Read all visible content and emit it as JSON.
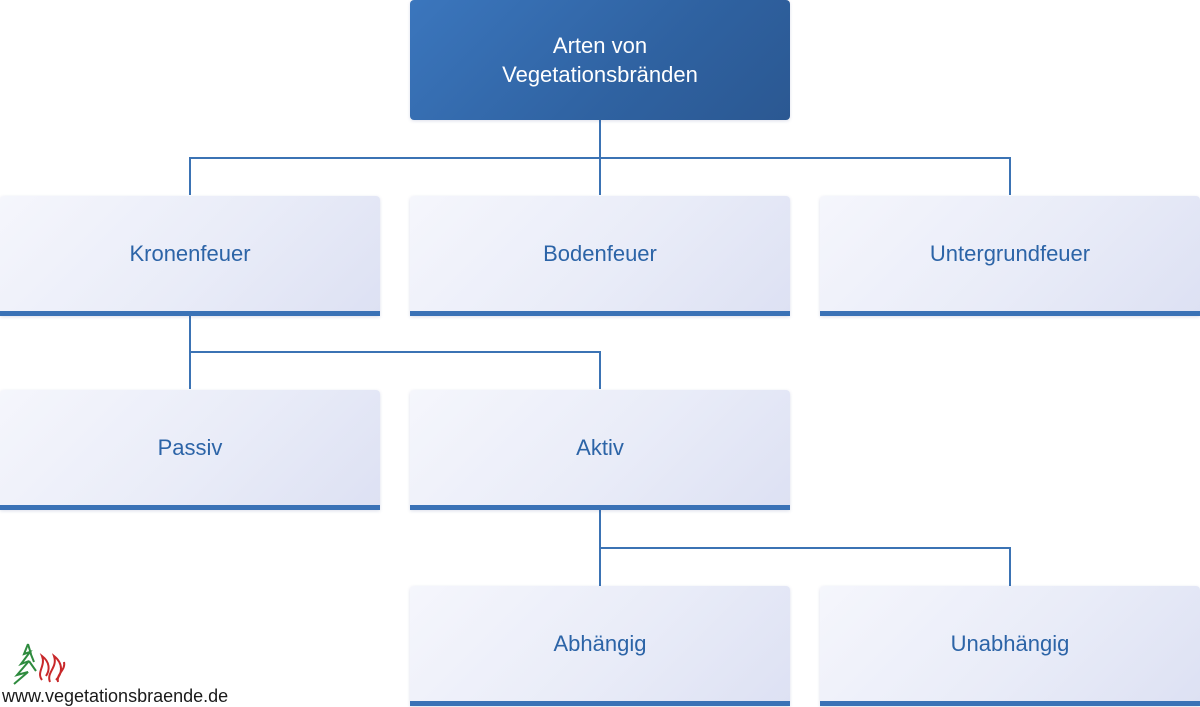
{
  "diagram": {
    "root": {
      "label": "Arten von\nVegetationsbränden"
    },
    "level1": [
      {
        "label": "Kronenfeuer"
      },
      {
        "label": "Bodenfeuer"
      },
      {
        "label": "Untergrundfeuer"
      }
    ],
    "level2": [
      {
        "label": "Passiv"
      },
      {
        "label": "Aktiv"
      }
    ],
    "level3": [
      {
        "label": "Abhängig"
      },
      {
        "label": "Unabhängig"
      }
    ]
  },
  "logo": {
    "icon": "tree-flame-logo-icon",
    "url": "www.vegetationsbraende.de"
  },
  "colors": {
    "accent": "#3a72b6",
    "root_bg": "#2f62a1",
    "node_text": "#2c64a7",
    "node_bg": "#e9ecf8",
    "logo_green": "#2e8b3e",
    "logo_red": "#c8282a"
  }
}
